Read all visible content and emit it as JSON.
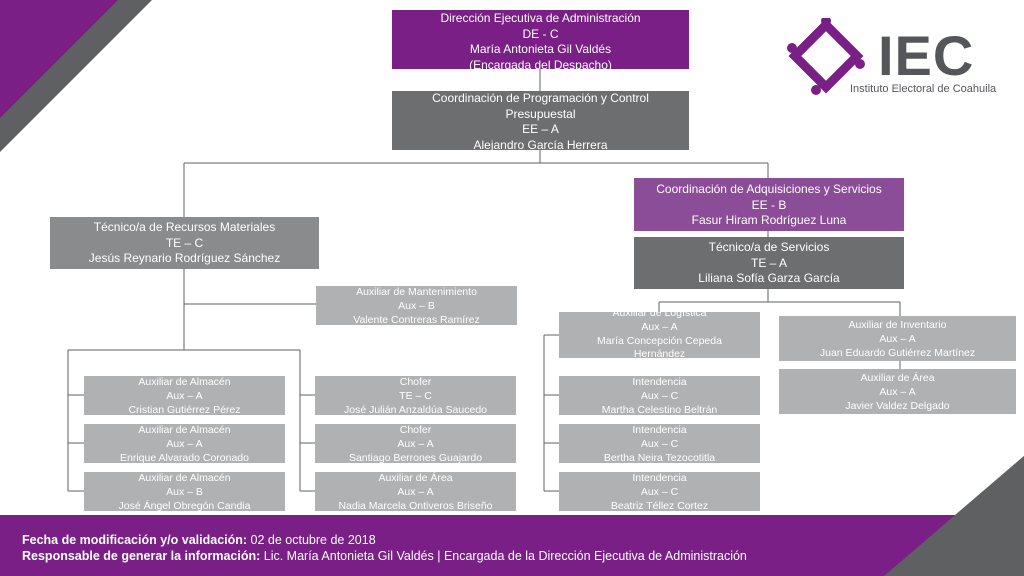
{
  "colors": {
    "purple": "#7a1f86",
    "light_purple": "#8b4d98",
    "dark_gray": "#6d6e70",
    "gray": "#8a8b8c",
    "light_gray": "#b0b1b3"
  },
  "logo": {
    "icon": "iec-diamond-logo-icon",
    "text": "IEC",
    "subtitle": "Instituto Electoral de Coahuila"
  },
  "nodes": {
    "direccion": {
      "l1": "Dirección Ejecutiva de Administración",
      "l2": "DE - C",
      "l3": "María Antonieta Gil Valdés",
      "l4": "(Encargada del Despacho)"
    },
    "coordinacion_prog": {
      "l1": "Coordinación de Programación y Control",
      "l2": "Presupuestal",
      "l3": "EE – A",
      "l4": "Alejandro García Herrera"
    },
    "coordinacion_adq": {
      "l1": "Coordinación de Adquisiciones y Servicios",
      "l2": "EE - B",
      "l3": "Fasur Hiram Rodríguez Luna"
    },
    "tecnico_servicios": {
      "l1": "Técnico/a de Servicios",
      "l2": "TE – A",
      "l3": "Liliana Sofía Garza García"
    },
    "tecnico_recursos": {
      "l1": "Técnico/a de Recursos Materiales",
      "l2": "TE – C",
      "l3": "Jesús Reynario Rodríguez Sánchez"
    },
    "aux_mantenimiento": {
      "l1": "Auxiliar de Mantenimiento",
      "l2": "Aux – B",
      "l3": "Valente Contreras Ramírez"
    },
    "aux_almacen_1": {
      "l1": "Auxiliar de Almacén",
      "l2": "Aux – A",
      "l3": "Cristian Gutiérrez Pérez"
    },
    "aux_almacen_2": {
      "l1": "Auxiliar de Almacén",
      "l2": "Aux – A",
      "l3": "Enrique Alvarado Coronado"
    },
    "aux_almacen_3": {
      "l1": "Auxiliar de Almacén",
      "l2": "Aux – B",
      "l3": "José Ángel Obregón Candia"
    },
    "chofer_1": {
      "l1": "Chofer",
      "l2": "TE – C",
      "l3": "José Julián Anzaldúa Saucedo"
    },
    "chofer_2": {
      "l1": "Chofer",
      "l2": "Aux – A",
      "l3": "Santiago Berrones Guajardo"
    },
    "aux_area_1": {
      "l1": "Auxiliar de Área",
      "l2": "Aux – A",
      "l3": "Nadia Marcela Ontiveros Briseño"
    },
    "aux_logistica": {
      "l1": "Auxiliar de Logística",
      "l2": "Aux – A",
      "l3": "María Concepción Cepeda",
      "l4": "Hernández"
    },
    "aux_inventario": {
      "l1": "Auxiliar de Inventario",
      "l2": "Aux – A",
      "l3": "Juan Eduardo Gutiérrez Martínez"
    },
    "aux_area_2": {
      "l1": "Auxiliar de Área",
      "l2": "Aux – A",
      "l3": "Javier Valdez Delgado"
    },
    "intendencia_1": {
      "l1": "Intendencia",
      "l2": "Aux – C",
      "l3": "Martha Celestino Beltrán"
    },
    "intendencia_2": {
      "l1": "Intendencia",
      "l2": "Aux – C",
      "l3": "Bertha Neira Tezocotitla"
    },
    "intendencia_3": {
      "l1": "Intendencia",
      "l2": "Aux – C",
      "l3": "Beatriz Téllez Cortez"
    }
  },
  "footer": {
    "date_label": "Fecha de modificación y/o validación:",
    "date_value": "02 de octubre de 2018",
    "resp_label": "Responsable de generar la información:",
    "resp_value": "Lic. María Antonieta Gil Valdés | Encargada de la Dirección Ejecutiva de Administración"
  }
}
